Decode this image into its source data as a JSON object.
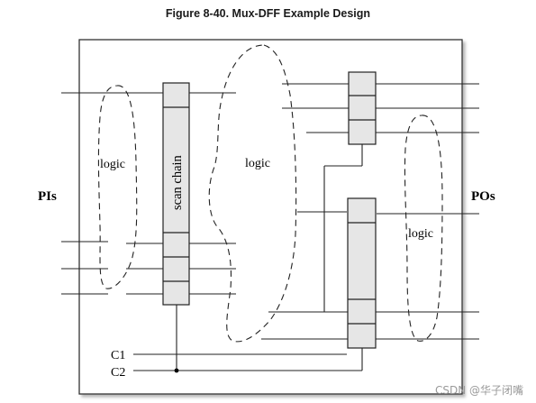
{
  "figure": {
    "title": "Figure 8-40. Mux-DFF Example Design"
  },
  "diagram": {
    "labels": {
      "pis": "PIs",
      "pos": "POs",
      "logic_left": "logic",
      "logic_center": "logic",
      "logic_right": "logic",
      "scan_chain": "scan chain",
      "c1": "C1",
      "c2": "C2"
    }
  },
  "watermark": "CSDN @华子闭嘴"
}
